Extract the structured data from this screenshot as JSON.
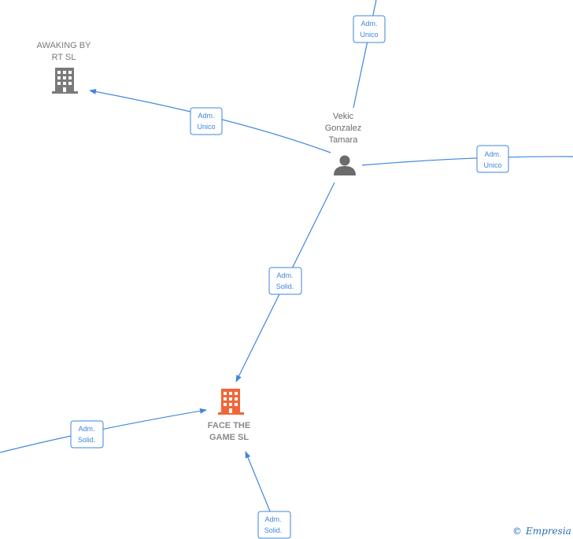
{
  "nodes": {
    "awaking": {
      "label_lines": [
        "AWAKING BY",
        "RT SL"
      ],
      "type": "company",
      "color": "#7a7a7a"
    },
    "face": {
      "label_lines": [
        "FACE THE",
        "GAME  SL"
      ],
      "type": "company",
      "color": "#f26535",
      "label_color": "#8a8a8a"
    },
    "vekic": {
      "label_lines": [
        "Vekic",
        "Gonzalez",
        "Tamara"
      ],
      "type": "person",
      "color": "#6b6b6b"
    }
  },
  "edges": [
    {
      "label_lines": [
        "Adm.",
        "Unico"
      ]
    },
    {
      "label_lines": [
        "Adm.",
        "Unico"
      ]
    },
    {
      "label_lines": [
        "Adm.",
        "Unico"
      ]
    },
    {
      "label_lines": [
        "Adm.",
        "Solid."
      ]
    },
    {
      "label_lines": [
        "Adm.",
        "Solid."
      ]
    },
    {
      "label_lines": [
        "Adm.",
        "Solid."
      ]
    }
  ],
  "colors": {
    "edge": "#3f86dc",
    "label_box_border": "#3f86dc"
  },
  "watermark": {
    "symbol": "©",
    "brand": "Empresia",
    "color": "#2b6cb0",
    "accent": "#f5a623"
  }
}
